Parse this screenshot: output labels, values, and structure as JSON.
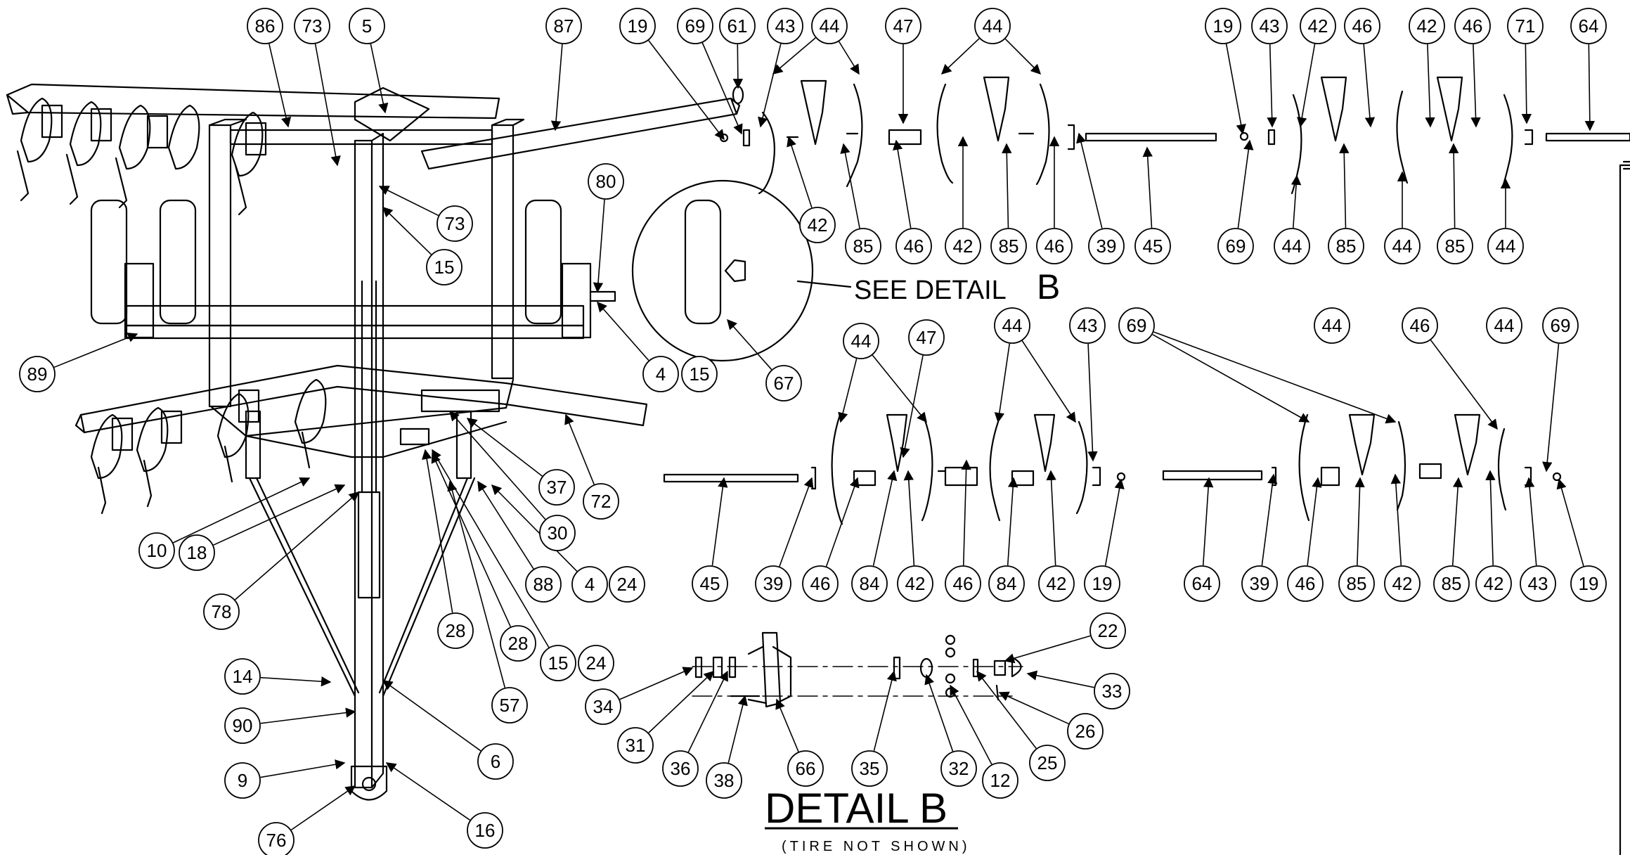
{
  "diagram": {
    "balloons": [
      "86",
      "73",
      "5",
      "87",
      "19",
      "69",
      "61",
      "43",
      "44",
      "47",
      "44",
      "19",
      "43",
      "42",
      "46",
      "42",
      "46",
      "71",
      "64",
      "80",
      "73",
      "15",
      "42",
      "85",
      "46",
      "42",
      "85",
      "46",
      "39",
      "45",
      "69",
      "44",
      "85",
      "44",
      "85",
      "44",
      "89",
      "4",
      "15",
      "67",
      "44",
      "47",
      "44",
      "43",
      "69",
      "44",
      "46",
      "44",
      "69",
      "37",
      "72",
      "30",
      "10",
      "18",
      "88",
      "4",
      "24",
      "45",
      "39",
      "46",
      "84",
      "42",
      "46",
      "84",
      "42",
      "19",
      "64",
      "39",
      "46",
      "85",
      "42",
      "85",
      "42",
      "43",
      "19",
      "78",
      "28",
      "28",
      "15",
      "24",
      "57",
      "14",
      "90",
      "9",
      "6",
      "76",
      "16",
      "22",
      "33",
      "26",
      "34",
      "31",
      "36",
      "38",
      "66",
      "35",
      "32",
      "12",
      "25"
    ],
    "callouts": {
      "see_detail": "SEE DETAIL",
      "see_detail_letter": "B",
      "detail_title": "DETAIL B",
      "detail_note": "(TIRE NOT SHOWN)"
    }
  }
}
